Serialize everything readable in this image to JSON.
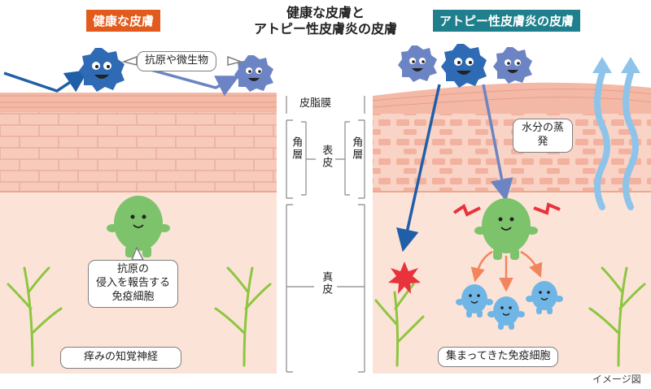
{
  "title_line1": "健康な皮膚と",
  "title_line2": "アトピー性皮膚炎の皮膚",
  "left_heading": "健康な皮膚",
  "right_heading": "アトピー性皮膚炎の皮膚",
  "label_antigen": "抗原や微生物",
  "label_sebum": "皮脂膜",
  "label_stratum_left": "角層",
  "label_stratum_right": "角層",
  "label_epidermis": "表皮",
  "label_dermis": "真皮",
  "label_water": "水分の蒸発",
  "label_report_cell": [
    "抗原の",
    "侵入を報告する",
    "免疫細胞"
  ],
  "label_nerve": "痒みの知覚神経",
  "label_gathered": "集まってきた免疫細胞",
  "caption": "イメージ図",
  "colors": {
    "healthy_tag": "#e25b1c",
    "atopic_tag": "#1f7f8c",
    "skin_top": "#f3b9a6",
    "skin_brick": "#f7cabb",
    "dermis": "#fbe3d8",
    "microbe": "#2f6bb5",
    "immune_cell": "#7cc36b",
    "gathered_cell": "#6fb6e6",
    "nerve": "#8dc63f",
    "arrow": "#1f5fa8",
    "vapor": "#6aaee0",
    "alert": "#e8333c"
  }
}
